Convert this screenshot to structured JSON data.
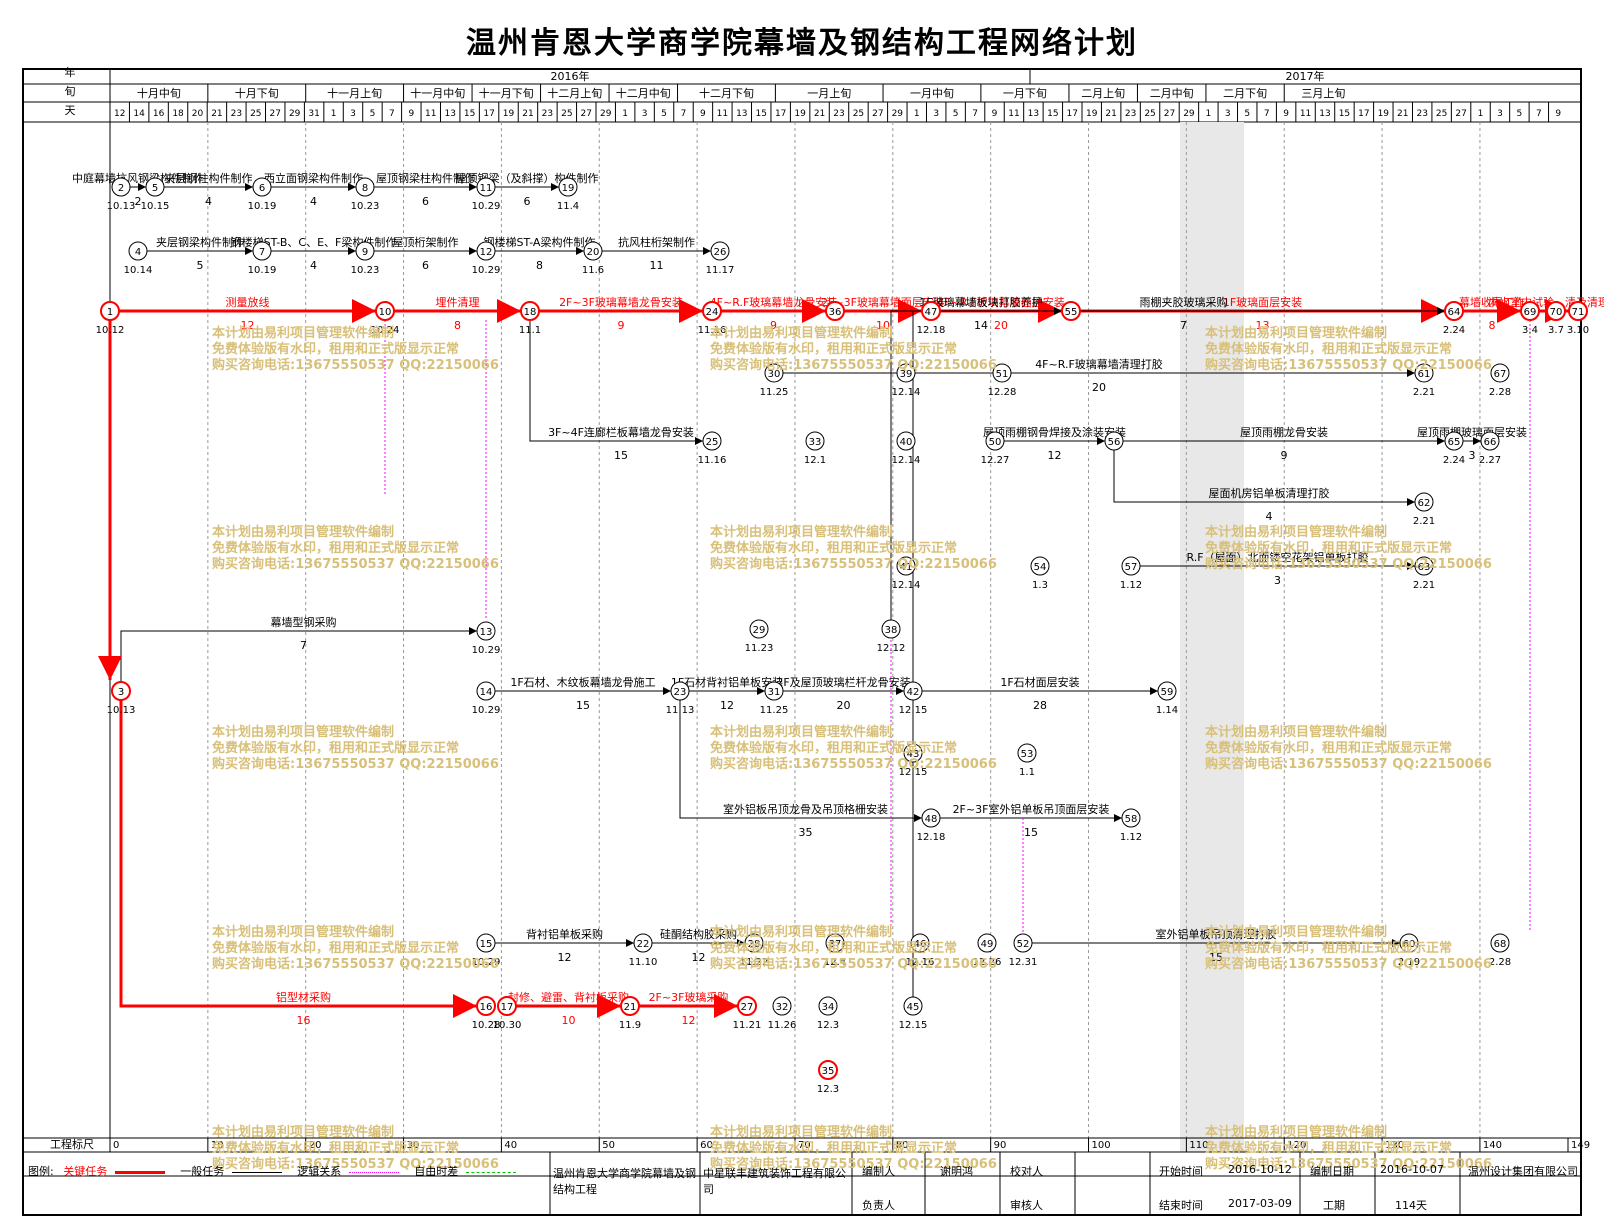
{
  "title": "温州肯恩大学商学院幕墙及钢结构工程网络计划",
  "header": {
    "row_labels": [
      "年",
      "旬",
      "天"
    ],
    "years": [
      {
        "label": "2016年"
      },
      {
        "label": "2017年"
      }
    ],
    "periods": [
      "十月中旬",
      "十月下旬",
      "十一月上旬",
      "十一月中旬",
      "十一月下旬",
      "十二月上旬",
      "十二月中旬",
      "十二月下旬",
      "一月上旬",
      "一月中旬",
      "一月下旬",
      "二月上旬",
      "二月中旬",
      "二月下旬",
      "三月上旬"
    ],
    "days": [
      "12",
      "14",
      "16",
      "18",
      "20",
      "21",
      "23",
      "25",
      "27",
      "29",
      "31",
      "1",
      "3",
      "5",
      "7",
      "9",
      "11",
      "13",
      "15",
      "17",
      "19",
      "21",
      "23",
      "25",
      "27",
      "29",
      "1",
      "3",
      "5",
      "7",
      "9",
      "11",
      "13",
      "15",
      "17",
      "19",
      "21",
      "23",
      "25",
      "27",
      "29",
      "1",
      "3",
      "5",
      "7",
      "9",
      "11",
      "13",
      "15",
      "17",
      "19",
      "21",
      "23",
      "25",
      "27",
      "29",
      "1",
      "3",
      "5",
      "7",
      "9",
      "11",
      "13",
      "15",
      "17",
      "19",
      "21",
      "23",
      "25",
      "27",
      "1",
      "3",
      "5",
      "7",
      "9"
    ]
  },
  "ruler": {
    "label": "工程标尺",
    "ticks": [
      "0",
      "10",
      "20",
      "30",
      "40",
      "50",
      "60",
      "70",
      "80",
      "90",
      "100",
      "110",
      "120",
      "130",
      "140",
      "149"
    ]
  },
  "legend": {
    "label": "图例:",
    "critical": "关键任务",
    "general": "一般任务",
    "logical": "逻辑关系",
    "free": "自由时差"
  },
  "footer": {
    "project": "温州肯恩大学商学院幕墙及钢结构工程",
    "company": "中星联丰建筑装饰工程有限公司",
    "editor_label": "编制人",
    "editor": "谢明鸿",
    "checker_label": "校对人",
    "manager_label": "负责人",
    "reviewer_label": "审核人",
    "start_label": "开始时间",
    "start": "2016-10-12",
    "end_label": "结束时间",
    "end": "2017-03-09",
    "date_label": "编制日期",
    "date": "2016-10-07",
    "duration_label": "工期",
    "duration": "114天",
    "org": "温州设计集团有限公司"
  },
  "watermark": [
    "本计划由易利项目管理软件编制",
    "免费体验版有水印，租用和正式版显示正常",
    "购买咨询电话:13675550537 QQ:22150066"
  ],
  "nodes": [
    {
      "id": "1",
      "date": "10.12"
    },
    {
      "id": "2",
      "date": "10.13"
    },
    {
      "id": "3",
      "date": "10.13"
    },
    {
      "id": "4",
      "date": "10.14"
    },
    {
      "id": "5",
      "date": "10.15"
    },
    {
      "id": "6",
      "date": "10.19"
    },
    {
      "id": "7",
      "date": "10.19"
    },
    {
      "id": "8",
      "date": "10.23"
    },
    {
      "id": "9",
      "date": "10.23"
    },
    {
      "id": "10",
      "date": "10.24"
    },
    {
      "id": "11",
      "date": "10.29"
    },
    {
      "id": "12",
      "date": "10.29"
    },
    {
      "id": "13",
      "date": "10.29"
    },
    {
      "id": "14",
      "date": "10.29"
    },
    {
      "id": "15",
      "date": "10.29"
    },
    {
      "id": "16",
      "date": "10.28"
    },
    {
      "id": "17",
      "date": "10.30"
    },
    {
      "id": "18",
      "date": "11.1"
    },
    {
      "id": "19",
      "date": "11.4"
    },
    {
      "id": "20",
      "date": "11.6"
    },
    {
      "id": "21",
      "date": "11.9"
    },
    {
      "id": "22",
      "date": "11.10"
    },
    {
      "id": "23",
      "date": "11.13"
    },
    {
      "id": "24",
      "date": "11.16"
    },
    {
      "id": "25",
      "date": "11.16"
    },
    {
      "id": "26",
      "date": "11.17"
    },
    {
      "id": "27",
      "date": "11.21"
    },
    {
      "id": "28",
      "date": "11.22"
    },
    {
      "id": "29",
      "date": "11.23"
    },
    {
      "id": "30",
      "date": "11.25"
    },
    {
      "id": "31",
      "date": "11.25"
    },
    {
      "id": "32",
      "date": "11.26"
    },
    {
      "id": "33",
      "date": "12.1"
    },
    {
      "id": "34",
      "date": "12.3"
    },
    {
      "id": "35",
      "date": "12.3"
    },
    {
      "id": "36",
      "date": ""
    },
    {
      "id": "37",
      "date": "12.4"
    },
    {
      "id": "38",
      "date": "12.12"
    },
    {
      "id": "39",
      "date": "12.14"
    },
    {
      "id": "40",
      "date": "12.14"
    },
    {
      "id": "41",
      "date": "12.14"
    },
    {
      "id": "42",
      "date": "12.15"
    },
    {
      "id": "43",
      "date": "12.15"
    },
    {
      "id": "45",
      "date": "12.15"
    },
    {
      "id": "46",
      "date": "12.16"
    },
    {
      "id": "47",
      "date": "12.18"
    },
    {
      "id": "48",
      "date": "12.18"
    },
    {
      "id": "49",
      "date": "12.26"
    },
    {
      "id": "50",
      "date": "12.27"
    },
    {
      "id": "51",
      "date": "12.28"
    },
    {
      "id": "52",
      "date": "12.31"
    },
    {
      "id": "53",
      "date": "1.1"
    },
    {
      "id": "54",
      "date": "1.3"
    },
    {
      "id": "55",
      "date": ""
    },
    {
      "id": "56",
      "date": ""
    },
    {
      "id": "57",
      "date": "1.12"
    },
    {
      "id": "58",
      "date": "1.12"
    },
    {
      "id": "59",
      "date": "1.14"
    },
    {
      "id": "60",
      "date": "2.19"
    },
    {
      "id": "61",
      "date": "2.21"
    },
    {
      "id": "62",
      "date": "2.21"
    },
    {
      "id": "63",
      "date": "2.21"
    },
    {
      "id": "64",
      "date": "2.24"
    },
    {
      "id": "65",
      "date": "2.24"
    },
    {
      "id": "66",
      "date": "2.27"
    },
    {
      "id": "67",
      "date": "2.28"
    },
    {
      "id": "68",
      "date": "2.28"
    },
    {
      "id": "69",
      "date": "3.4"
    },
    {
      "id": "70",
      "date": "3.7"
    },
    {
      "id": "71",
      "date": "3.10"
    }
  ],
  "tasks": [
    {
      "from": "1",
      "to": "10",
      "name": "测量放线",
      "dur": "12",
      "critical": true
    },
    {
      "from": "10",
      "to": "18",
      "name": "埋件清理",
      "dur": "8",
      "critical": true
    },
    {
      "from": "18",
      "to": "24",
      "name": "2F~3F玻璃幕墙龙骨安装",
      "dur": "9",
      "critical": true
    },
    {
      "from": "24",
      "to": "36",
      "name": "4F~R.F玻璃幕墙龙骨安装",
      "dur": "9",
      "critical": true
    },
    {
      "from": "36",
      "to": "47",
      "name": "2F~3F玻璃幕墙面层安装",
      "dur": "10",
      "critical": true
    },
    {
      "from": "47",
      "to": "55",
      "name": "4F~R.F玻璃幕墙面层安装",
      "dur": "20",
      "critical": true
    },
    {
      "from": "55",
      "to": "64",
      "name": "1F玻璃面层安装",
      "dur": "13",
      "critical": true
    },
    {
      "from": "64",
      "to": "69",
      "name": "幕墙收尾工作",
      "dur": "8",
      "critical": true
    },
    {
      "from": "69",
      "to": "71",
      "name": "淋水室内试验、清及清理、",
      "dur": "",
      "critical": true
    },
    {
      "from": "2",
      "to": "5",
      "name": "中庭幕墙抗风钢梁构件制作",
      "dur": "2",
      "critical": false
    },
    {
      "from": "5",
      "to": "6",
      "name": "夹层钢柱构件制作",
      "dur": "4",
      "critical": false
    },
    {
      "from": "6",
      "to": "8",
      "name": "西立面钢梁构件制作",
      "dur": "4",
      "critical": false
    },
    {
      "from": "8",
      "to": "11",
      "name": "屋顶钢梁柱构件制作",
      "dur": "6",
      "critical": false
    },
    {
      "from": "11",
      "to": "19",
      "name": "屋顶钢梁（及斜撑）构件制作",
      "dur": "6",
      "critical": false
    },
    {
      "from": "4",
      "to": "7",
      "name": "夹层钢梁构件制作",
      "dur": "5",
      "critical": false
    },
    {
      "from": "7",
      "to": "9",
      "name": "钢楼梯ST-B、C、E、F梁构件制作",
      "dur": "4",
      "critical": false
    },
    {
      "from": "9",
      "to": "12",
      "name": "屋顶桁架制作",
      "dur": "6",
      "critical": false
    },
    {
      "from": "12",
      "to": "20",
      "name": "钢楼梯ST-A梁构件制作",
      "dur": "8",
      "critical": false
    },
    {
      "from": "20",
      "to": "26",
      "name": "抗风柱桁架制作",
      "dur": "11",
      "critical": false
    },
    {
      "from": "3",
      "to": "13",
      "name": "幕墙型钢采购",
      "dur": "7",
      "critical": false
    },
    {
      "from": "3",
      "to": "16",
      "name": "铝型材采购",
      "dur": "16",
      "critical": true
    },
    {
      "from": "17",
      "to": "21",
      "name": "封修、避雷、背衬板采购",
      "dur": "10",
      "critical": true
    },
    {
      "from": "21",
      "to": "27",
      "name": "2F~3F玻璃采购",
      "dur": "12",
      "critical": true
    },
    {
      "from": "15",
      "to": "22",
      "name": "背衬铝单板采购",
      "dur": "12",
      "critical": false
    },
    {
      "from": "22",
      "to": "28",
      "name": "硅酮结构胶采购",
      "dur": "12",
      "critical": false
    },
    {
      "from": "14",
      "to": "23",
      "name": "1F石材、木纹板幕墙龙骨施工",
      "dur": "15",
      "critical": false
    },
    {
      "from": "23",
      "to": "31",
      "name": "1F石材背衬铝单板安装",
      "dur": "12",
      "critical": false
    },
    {
      "from": "31",
      "to": "42",
      "name": "2F及屋顶玻璃栏杆龙骨安装",
      "dur": "20",
      "critical": false
    },
    {
      "from": "42",
      "to": "59",
      "name": "1F石材面层安装",
      "dur": "28",
      "critical": false
    },
    {
      "from": "23",
      "to": "48",
      "name": "室外铝板吊顶龙骨及吊顶格栅安装",
      "dur": "35",
      "critical": false
    },
    {
      "from": "48",
      "to": "58",
      "name": "2F~3F室外铝单板吊顶面层安装",
      "dur": "15",
      "critical": false
    },
    {
      "from": "18",
      "to": "25",
      "name": "3F~4F连廊栏板幕墙龙骨安装",
      "dur": "15",
      "critical": false
    },
    {
      "from": "56",
      "to": "65",
      "name": "屋顶雨棚龙骨安装",
      "dur": "9",
      "critical": false
    },
    {
      "from": "65",
      "to": "66",
      "name": "屋顶雨棚玻璃面层安装",
      "dur": "3",
      "critical": false
    },
    {
      "from": "56",
      "to": "62",
      "name": "屋面机房铝单板清理打胶",
      "dur": "4",
      "critical": false
    },
    {
      "from": "57",
      "to": "63",
      "name": "R.F（屋面）北面镂空花架铝单板打胶",
      "dur": "3",
      "critical": false
    },
    {
      "from": "52",
      "to": "60",
      "name": "室外铝单板吊顶清理打胶",
      "dur": "15",
      "critical": false
    },
    {
      "from": "45",
      "to": "64",
      "name": "雨棚夹胶玻璃采购",
      "dur": "7",
      "critical": false
    },
    {
      "from": "38",
      "to": "55",
      "name": "1F玻璃幕墙板块打胶养护",
      "dur": "14",
      "critical": false
    },
    {
      "from": "30",
      "to": "61",
      "name": "4F~R.F玻璃幕墙清理打胶",
      "dur": "20",
      "critical": false
    },
    {
      "from": "50",
      "to": "56",
      "name": "屋顶雨棚钢骨焊接及涂装安装",
      "dur": "12",
      "critical": false
    }
  ],
  "colors": {
    "critical": "#ff0000",
    "general": "#000000",
    "logical": "#ff00ff",
    "free": "#00cc00",
    "watermark": "#d8c07a"
  }
}
